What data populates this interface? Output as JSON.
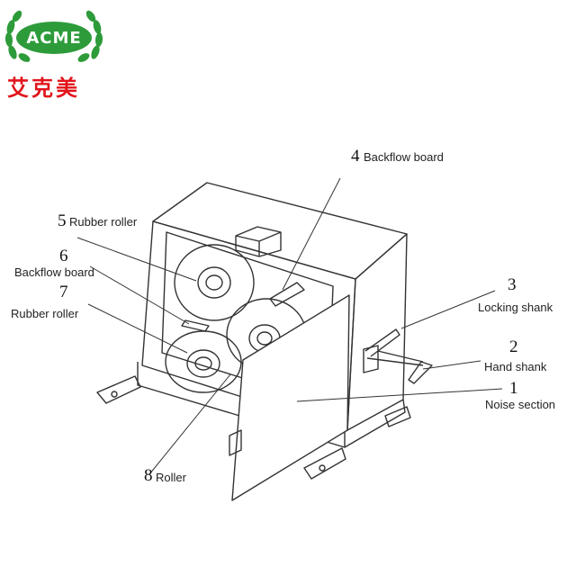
{
  "logo": {
    "word": "ACME",
    "chinese": "艾克美",
    "green": "#2e9b3a",
    "red": "#e1141b"
  },
  "labels": [
    {
      "num": "4",
      "text": "Backflow board"
    },
    {
      "num": "5",
      "text": "Rubber roller"
    },
    {
      "num": "6",
      "text": "Backflow board"
    },
    {
      "num": "7",
      "text": "Rubber roller"
    },
    {
      "num": "3",
      "text": "Locking shank"
    },
    {
      "num": "2",
      "text": "Hand shank"
    },
    {
      "num": "1",
      "text": "Noise section"
    },
    {
      "num": "8",
      "text": "Roller"
    }
  ]
}
